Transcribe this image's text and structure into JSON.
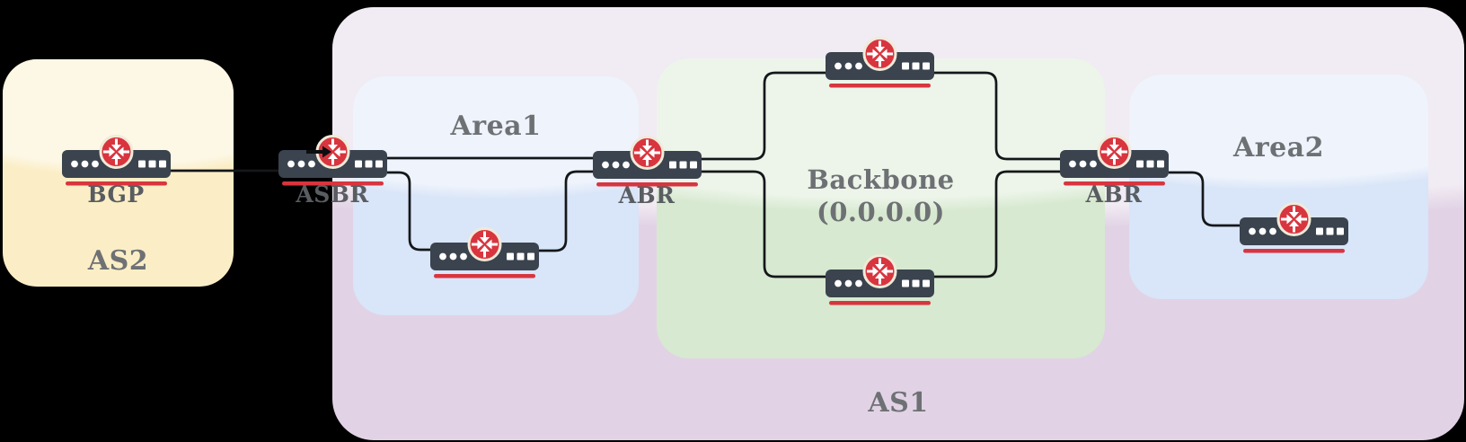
{
  "zones": {
    "as2": {
      "label": "AS2"
    },
    "as1": {
      "label": "AS1"
    },
    "area1": {
      "label": "Area1"
    },
    "backbone": {
      "label": "Backbone",
      "sublabel": "(0.0.0.0)"
    },
    "area2": {
      "label": "Area2"
    }
  },
  "nodes": {
    "bgp": {
      "label": "BGP",
      "type": "router"
    },
    "asbr": {
      "label": "ASBR",
      "type": "router"
    },
    "abr_left": {
      "label": "ABR",
      "type": "router"
    },
    "abr_right": {
      "label": "ABR",
      "type": "router"
    },
    "area1_router": {
      "label": "",
      "type": "router"
    },
    "backbone_router_top": {
      "label": "",
      "type": "router"
    },
    "backbone_router_bottom": {
      "label": "",
      "type": "router"
    },
    "area2_router": {
      "label": "",
      "type": "router"
    }
  },
  "edges": [
    {
      "from": "bgp",
      "to": "asbr",
      "arrowhead": true
    },
    {
      "from": "asbr",
      "to": "abr_left"
    },
    {
      "from": "asbr",
      "to": "area1_router"
    },
    {
      "from": "area1_router",
      "to": "abr_left"
    },
    {
      "from": "abr_left",
      "to": "backbone_router_top"
    },
    {
      "from": "abr_left",
      "to": "backbone_router_bottom"
    },
    {
      "from": "backbone_router_top",
      "to": "abr_right"
    },
    {
      "from": "backbone_router_bottom",
      "to": "abr_right"
    },
    {
      "from": "abr_right",
      "to": "area2_router"
    }
  ],
  "colors": {
    "background": "#000000",
    "as2_fill": "#fbeec6",
    "as1_fill": "#e1d3e5",
    "area_fill": "#d9e5f8",
    "backbone_fill": "#d7e9d0",
    "router_body": "#3a434e",
    "router_red": "#d8353f",
    "router_ring": "#f1ead9",
    "edge": "#14171a",
    "label_gray": "#6e7174"
  }
}
